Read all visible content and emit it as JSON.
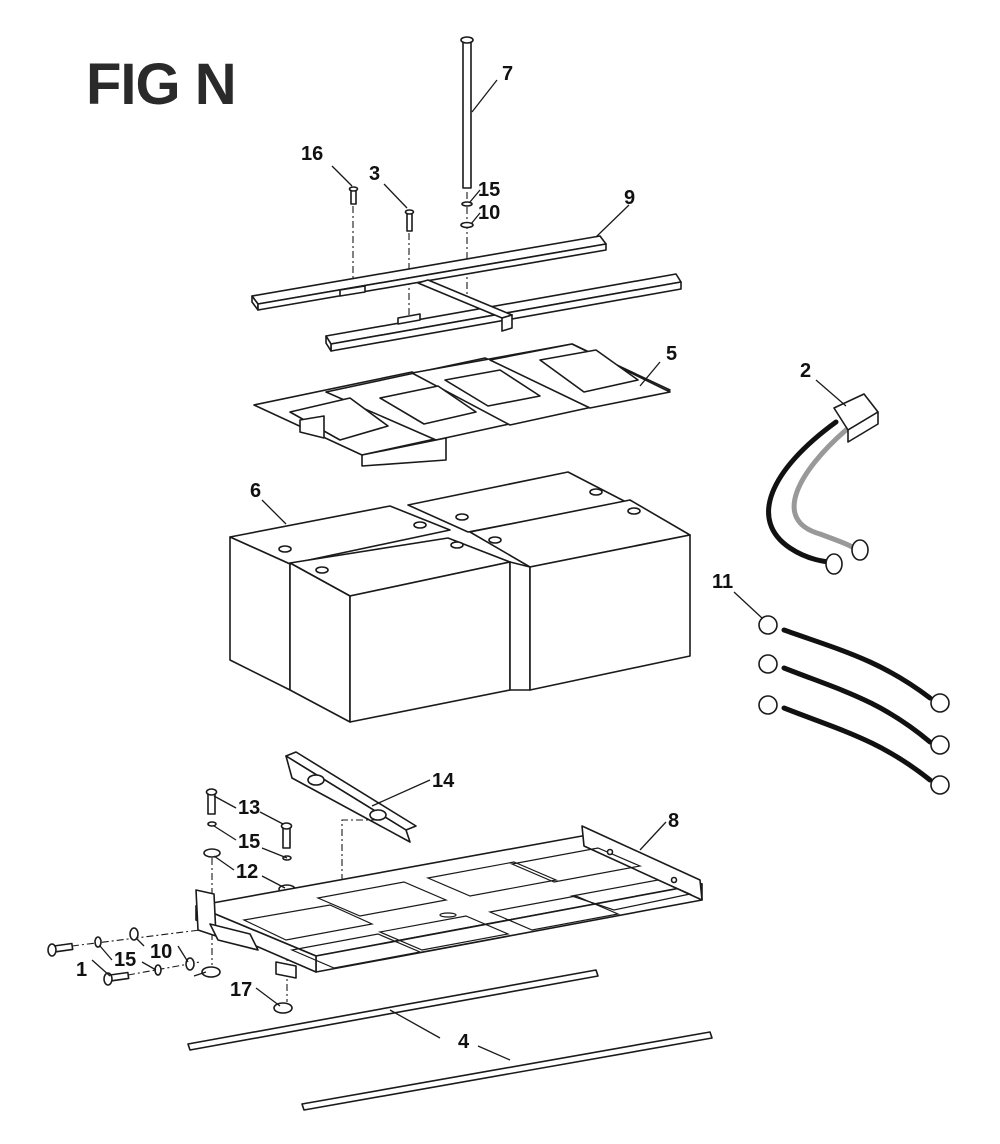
{
  "figure": {
    "title": "FIG N",
    "callouts": [
      "7",
      "16",
      "3",
      "15",
      "10",
      "9",
      "5",
      "2",
      "6",
      "11",
      "14",
      "13",
      "8",
      "15",
      "12",
      "10",
      "1",
      "15",
      "17",
      "4"
    ]
  }
}
